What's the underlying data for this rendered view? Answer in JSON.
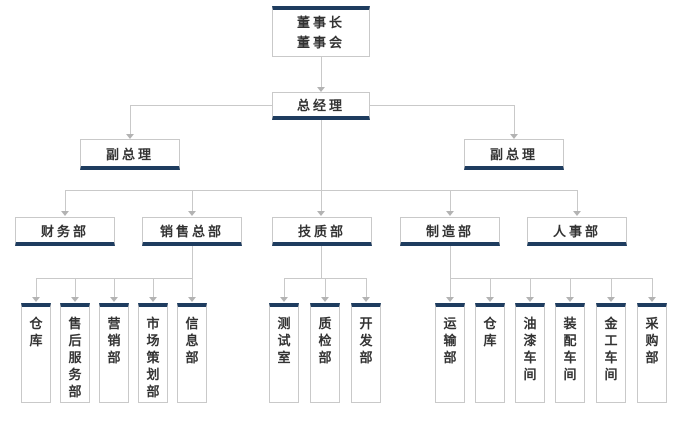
{
  "colors": {
    "accent": "#1e3c5f",
    "box_border": "#c9c9c9",
    "connector": "#c9c9c9",
    "arrow": "#b3b3b3",
    "text": "#333333",
    "background": "#ffffff"
  },
  "org": {
    "chairman": {
      "line1": "董事长",
      "line2": "董事会"
    },
    "general_manager": {
      "label": "总经理"
    },
    "deputy_gm_left": {
      "label": "副总理"
    },
    "deputy_gm_right": {
      "label": "副总理"
    },
    "departments": [
      {
        "label": "财务部",
        "children": []
      },
      {
        "label": "销售总部",
        "children": [
          "仓库",
          "售后服务部",
          "营销部",
          "市场策划部",
          "信息部"
        ]
      },
      {
        "label": "技质部",
        "children": [
          "测试室",
          "质检部",
          "开发部"
        ]
      },
      {
        "label": "制造部",
        "children": [
          "运输部",
          "仓库",
          "油漆车间",
          "装配车间",
          "金工车间",
          "采购部"
        ]
      },
      {
        "label": "人事部",
        "children": []
      }
    ]
  }
}
